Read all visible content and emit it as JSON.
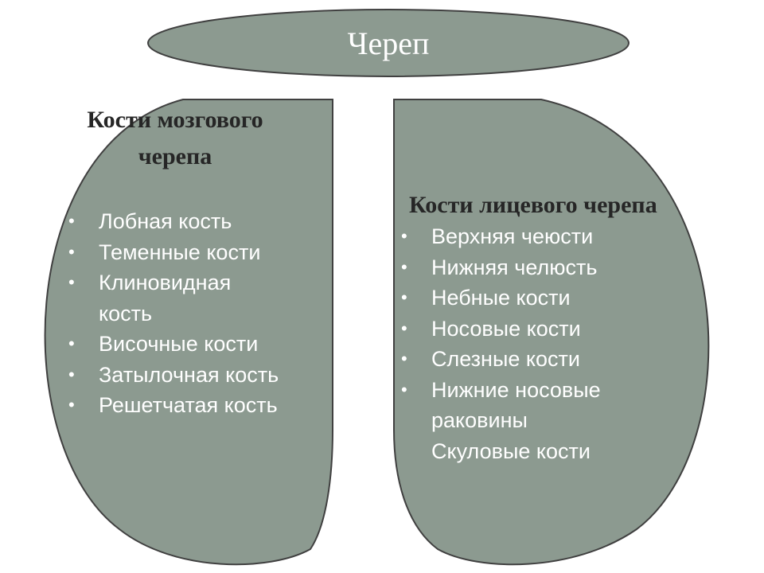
{
  "diagram": {
    "root": {
      "label": "Череп"
    },
    "left": {
      "heading": "Кости мозгового черепа",
      "items": [
        "Лобная кость",
        "Теменные кости",
        "Клиновидная кость",
        "Височные кости",
        "Затылочная кость",
        "Решетчатая кость"
      ]
    },
    "right": {
      "heading": "Кости лицевого черепа",
      "items": [
        "Верхняя чеюсти",
        "Нижняя челюсть",
        "Небные кости",
        "Носовые кости",
        "Слезные кости",
        "Нижние носовые раковины",
        "Скуловые кости"
      ]
    }
  },
  "colors": {
    "fill": "#8c9a90",
    "stroke": "#404040",
    "root_text": "#ffffff",
    "heading_text": "#262626",
    "item_text": "#ffffff"
  }
}
